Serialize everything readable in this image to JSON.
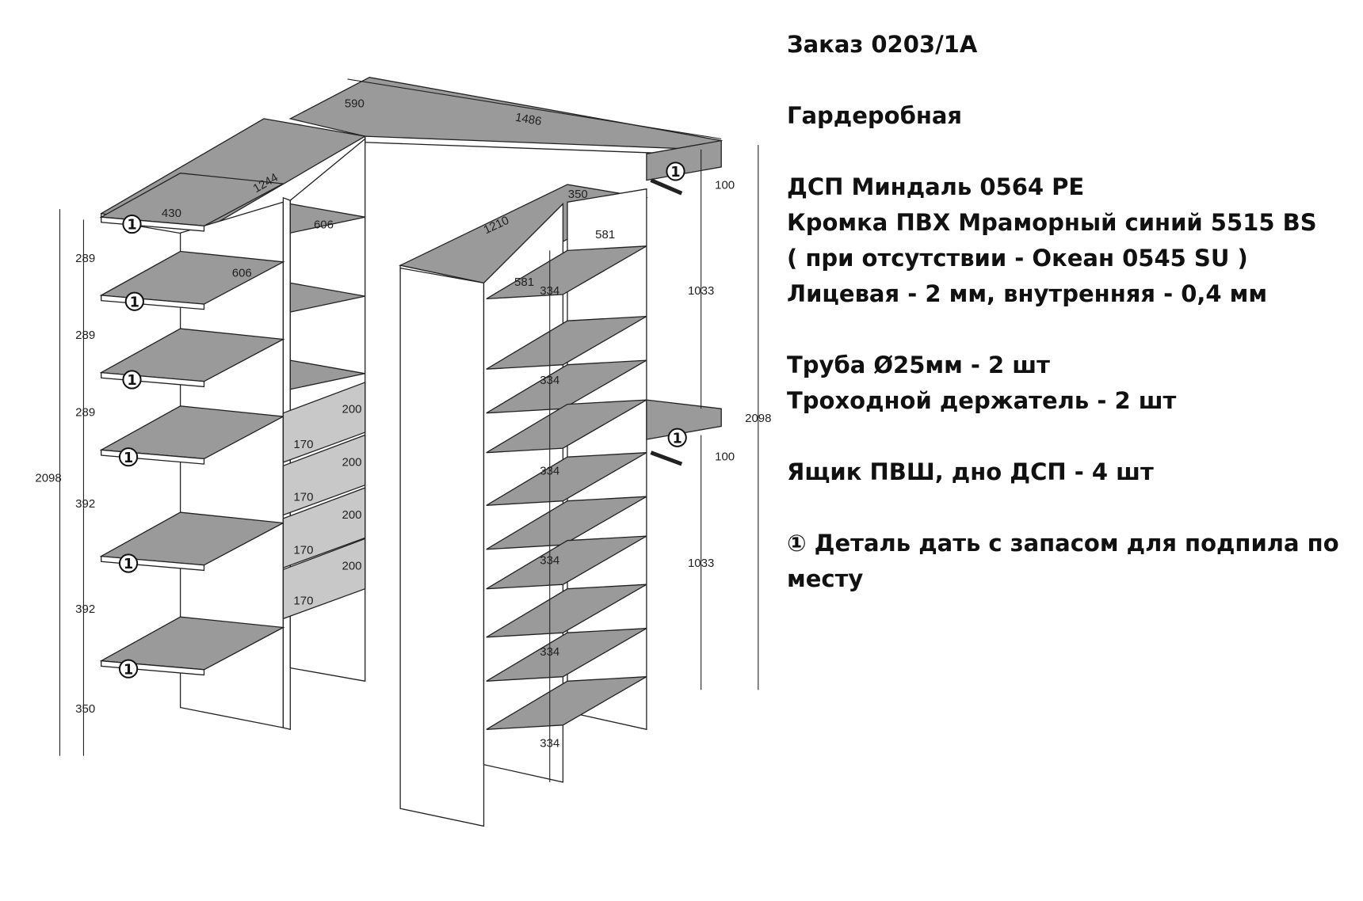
{
  "order": "Заказ 0203/1А",
  "product": "Гардеробная",
  "materials": [
    "ДСП Миндаль 0564 PE",
    "Кромка ПВХ Мраморный синий 5515 BS",
    "( при отсутствии - Океан 0545 SU )",
    "Лицевая - 2 мм, внутренняя - 0,4 мм"
  ],
  "hardware": [
    "Труба Ø25мм  - 2 шт",
    "Троходной держатель - 2 шт"
  ],
  "drawers": "Ящик ПВШ, дно ДСП - 4 шт",
  "note": "① Деталь дать с запасом для подпила по месту",
  "marker": "1",
  "dimensions": {
    "top_depth": "590",
    "top_length": "1486",
    "left_top_length": "1244",
    "left_depth": "430",
    "mid_depth_a": "606",
    "mid_depth_b": "606",
    "right_depth": "350",
    "right_length": "1210",
    "right_width_a": "581",
    "right_width_b": "581",
    "rod_offset": "100",
    "rod_height": "1033",
    "total_height": "2098",
    "left_gaps": [
      "289",
      "289",
      "289",
      "392",
      "392",
      "350"
    ],
    "drawer_fronts": [
      "200",
      "200",
      "200",
      "200"
    ],
    "drawer_gaps": [
      "170",
      "170",
      "170",
      "170"
    ],
    "right_gaps": [
      "334",
      "334",
      "334",
      "334",
      "334",
      "334"
    ]
  },
  "colors": {
    "panel": "#9a9a9a",
    "edge": "#ffffff",
    "line": "#222222",
    "drawer": "#c8c8c8"
  }
}
